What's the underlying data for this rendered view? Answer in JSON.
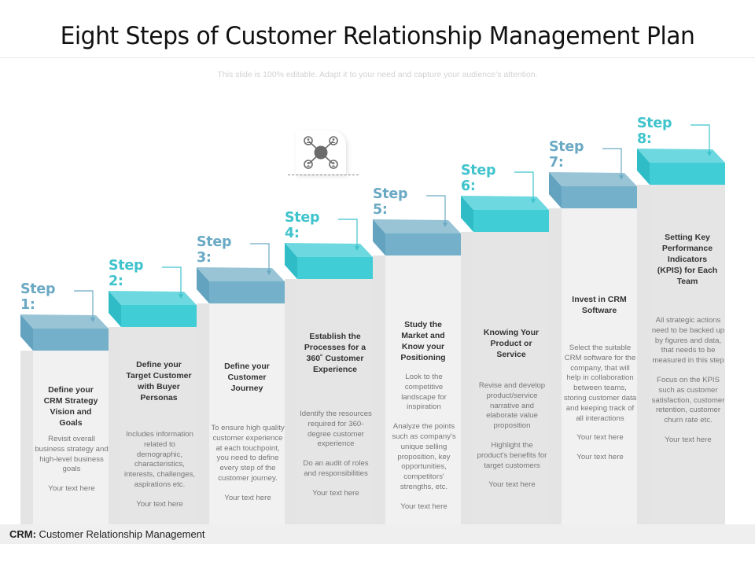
{
  "title": "Eight Steps of Customer Relationship Management Plan",
  "subtitle": "This slide is 100% editable. Adapt it to your need and capture your audience’s attention.",
  "colors": {
    "teal_top": "#6dd8df",
    "teal_front": "#40cdd6",
    "teal_side": "#2fbcc7",
    "blue_top": "#98c4d6",
    "blue_front": "#74b0c9",
    "blue_side": "#63a3c0",
    "label_teal": "#3fc3cc",
    "label_blue": "#6aa9c4"
  },
  "center_icon": "network-users-icon",
  "steps": [
    {
      "label": "Step 1:",
      "color": "blue",
      "heading": "Define your CRM Strategy Vision and Goals",
      "paragraphs": [
        "Revisit overall business strategy and high-level business goals",
        "Your text here"
      ]
    },
    {
      "label": "Step 2:",
      "color": "teal",
      "heading": "Define your Target Customer with Buyer Personas",
      "paragraphs": [
        "Includes information related to demographic, characteristics, interests, challenges, aspirations etc.",
        "Your text here"
      ]
    },
    {
      "label": "Step 3:",
      "color": "blue",
      "heading": "Define your Customer Journey",
      "paragraphs": [
        "To ensure high quality customer experience at each touchpoint, you need to define every step of the customer journey.",
        "Your text here"
      ]
    },
    {
      "label": "Step 4:",
      "color": "teal",
      "heading": "Establish the Processes for a 360˚ Customer Experience",
      "paragraphs": [
        "Identify the resources required for 360-degree customer experience",
        "Do an audit of roles and responsibilities",
        "Your text here"
      ]
    },
    {
      "label": "Step 5:",
      "color": "blue",
      "heading": "Study the Market and Know your Positioning",
      "paragraphs": [
        "Look to the competitive landscape for inspiration",
        "Analyze the points such as company's unique selling proposition, key opportunities, competitors' strengths, etc.",
        "Your text here"
      ]
    },
    {
      "label": "Step 6:",
      "color": "teal",
      "heading": "Knowing Your Product or Service",
      "paragraphs": [
        "Revise and develop product/service narrative and elaborate value proposition",
        "Highlight the product's benefits for target customers",
        "Your text here"
      ]
    },
    {
      "label": "Step 7:",
      "color": "blue",
      "heading": "Invest in CRM Software",
      "paragraphs": [
        "Select the suitable CRM software for the company, that will help in collaboration between teams, storing customer data and keeping track of all interactions",
        "Your text here",
        "Your text here"
      ]
    },
    {
      "label": "Step 8:",
      "color": "teal",
      "heading": "Setting Key Performance Indicators (KPIS) for Each Team",
      "paragraphs": [
        "All strategic actions need to be backed up by figures and data, that needs to be measured in this step",
        "Focus on the KPIS such as customer satisfaction, customer retention, customer churn rate etc.",
        "Your text here"
      ]
    }
  ],
  "footer": {
    "term": "CRM:",
    "definition": " Customer Relationship Management"
  }
}
